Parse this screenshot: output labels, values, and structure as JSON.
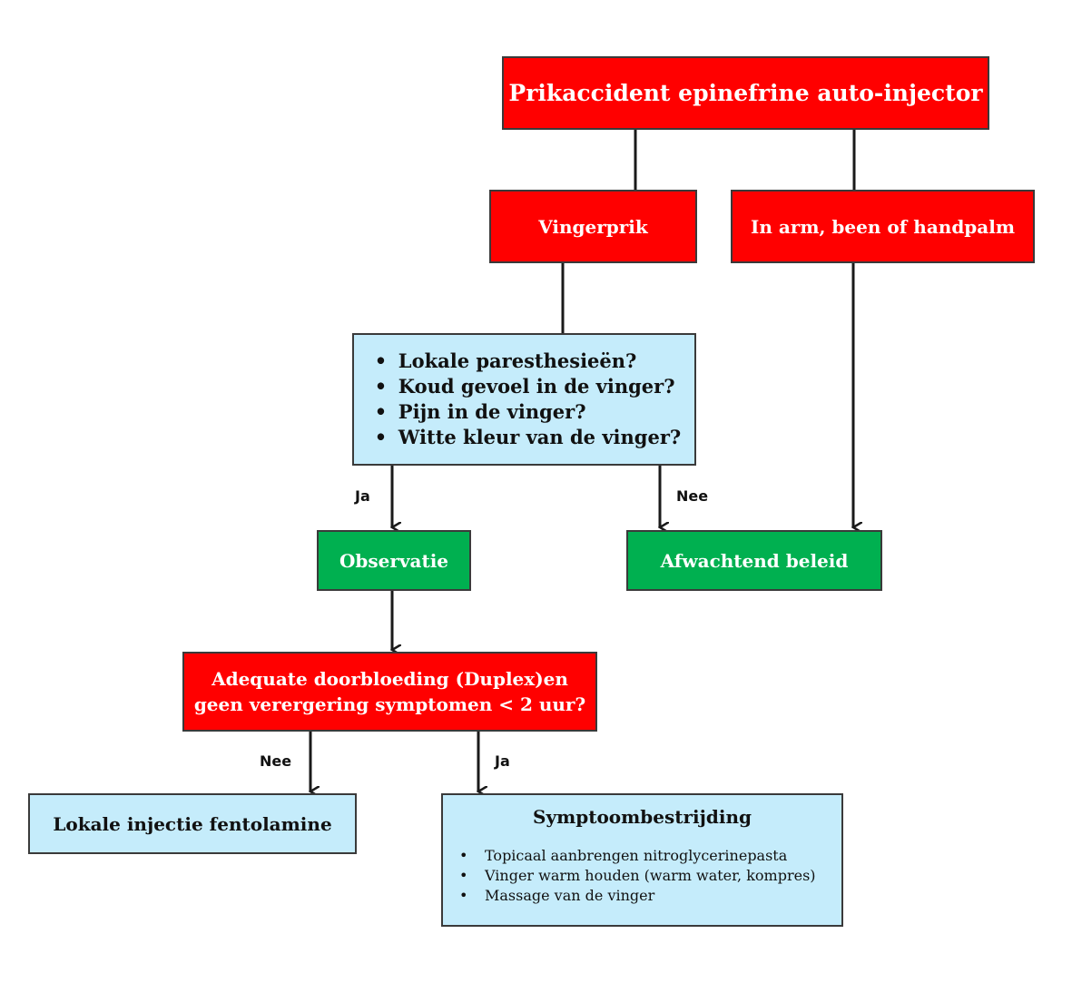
{
  "colors": {
    "red": "#ff0000",
    "green": "#00b050",
    "light_blue": "#c5ecfb",
    "line": "#1a1a1a"
  },
  "nodes": {
    "root": "Prikaccident epinefrine auto-injector",
    "finger": "Vingerprik",
    "arm": "In arm, been of handpalm",
    "symptoms": [
      "Lokale paresthesieën?",
      "Koud gevoel in de vinger?",
      "Pijn in de vinger?",
      "Witte kleur van de vinger?"
    ],
    "observation": "Observatie",
    "wait": "Afwachtend beleid",
    "perfusion": [
      "Adequate doorbloeding (Duplex)en",
      "geen verergering symptomen < 2 uur?"
    ],
    "injection": "Lokale injectie fentolamine",
    "relief_title": "Symptoombestrijding",
    "relief_items": [
      "Topicaal aanbrengen nitroglycerinepasta",
      "Vinger warm houden (warm water, kompres)",
      "Massage van de vinger"
    ]
  },
  "edge_labels": {
    "yes_1": "Ja",
    "no_1": "Nee",
    "no_2": "Nee",
    "yes_2": "Ja"
  }
}
